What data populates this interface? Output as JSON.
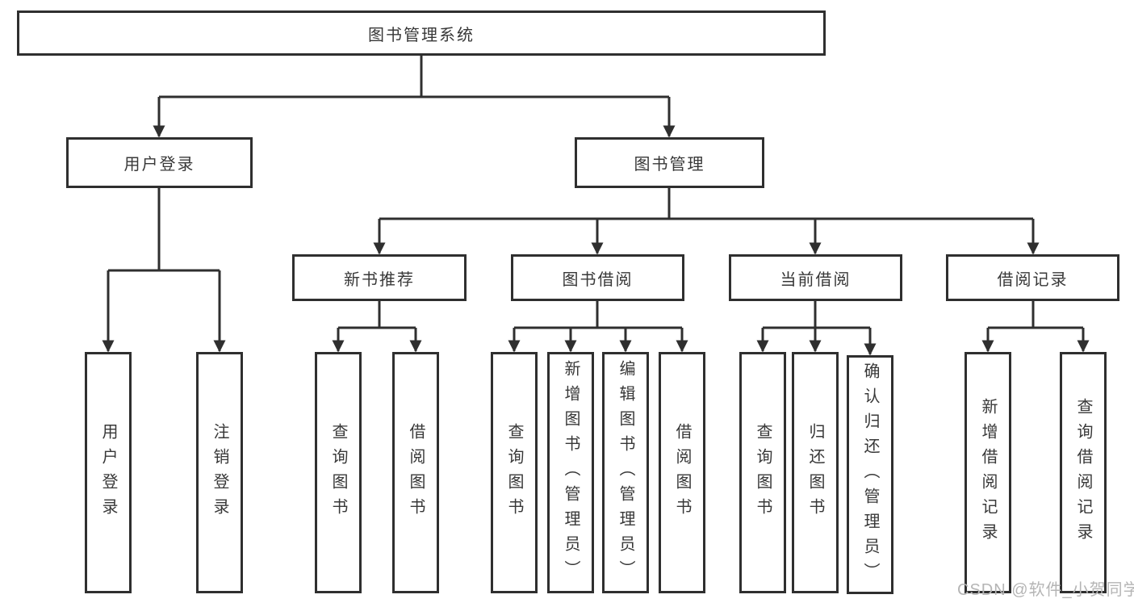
{
  "tree": {
    "root": "图书管理系统",
    "branches": [
      {
        "label": "用户登录",
        "children": [
          "用户登录",
          "注销登录"
        ]
      },
      {
        "label": "图书管理",
        "groups": [
          {
            "label": "新书推荐",
            "children": [
              "查询图书",
              "借阅图书"
            ]
          },
          {
            "label": "图书借阅",
            "children": [
              "查询图书",
              "新增图书（管理员）",
              "编辑图书（管理员）",
              "借阅图书"
            ]
          },
          {
            "label": "当前借阅",
            "children": [
              "查询图书",
              "归还图书",
              "确认归还（管理员）"
            ]
          },
          {
            "label": "借阅记录",
            "children": [
              "新增借阅记录",
              "查询借阅记录"
            ]
          }
        ]
      }
    ]
  },
  "watermark": {
    "text": "CSDN @软件_小贺同学"
  },
  "colors": {
    "line": "#2f2f2f",
    "text": "#383838",
    "box_background": "#ffffff",
    "background": "#ffffff",
    "watermark": "#b5b5b5"
  }
}
